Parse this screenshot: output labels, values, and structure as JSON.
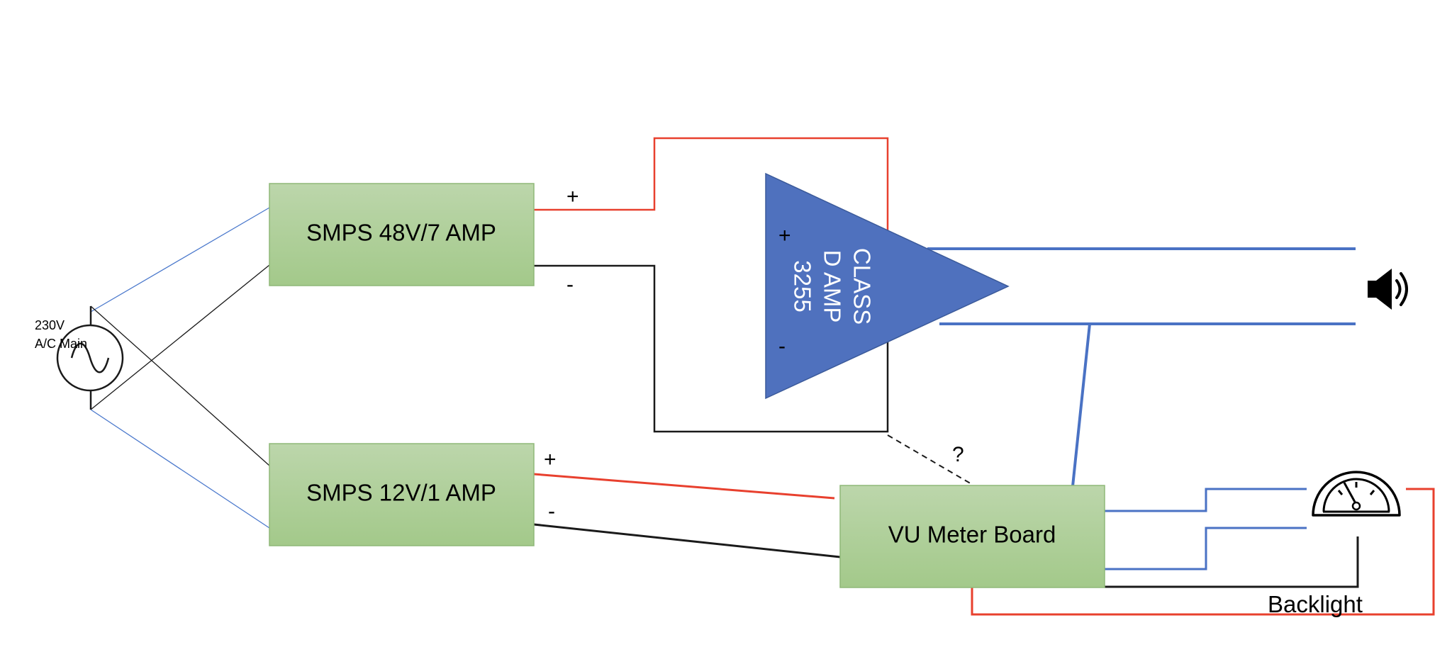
{
  "source": {
    "label_line1": "230V",
    "label_line2": "A/C Main"
  },
  "boxes": {
    "smps48": "SMPS 48V/7 AMP",
    "smps12": "SMPS 12V/1 AMP",
    "vu": "VU Meter Board"
  },
  "amp": {
    "line1": "CLASS",
    "line2": "D AMP",
    "line3": "3255",
    "plus": "+",
    "minus": "-"
  },
  "terminals": {
    "smps48_plus": "+",
    "smps48_minus": "-",
    "smps12_plus": "+",
    "smps12_minus": "-"
  },
  "unknown_link": "?",
  "backlight": "Backlight",
  "icons": {
    "speaker": "speaker-icon",
    "meter": "meter-gauge-icon",
    "ac": "ac-source-icon"
  },
  "colors": {
    "box_fill_top": "#bcd6ab",
    "box_fill_bottom": "#a3c98a",
    "box_border": "#8fb878",
    "amp_fill": "#4f71be",
    "wire_red": "#e8402e",
    "wire_black": "#1a1a1a",
    "wire_blue": "#4a72c4",
    "wire_thin_blue": "#4a78cc"
  }
}
